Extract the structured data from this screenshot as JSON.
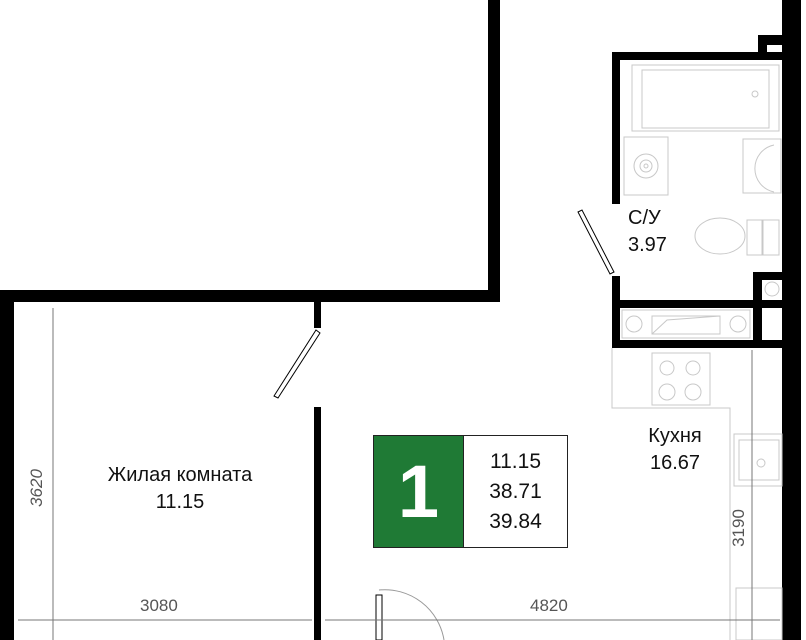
{
  "rooms": {
    "living": {
      "name": "Жилая комната",
      "area": "11.15"
    },
    "bathroom": {
      "name": "С/У",
      "area": "3.97"
    },
    "kitchen": {
      "name": "Кухня",
      "area": "16.67"
    }
  },
  "dimensions": {
    "living_height": "3620",
    "living_width": "3080",
    "hall_width": "4820",
    "kitchen_height": "3190"
  },
  "badge": {
    "rooms_count": "1",
    "living_area": "11.15",
    "total_area": "38.71",
    "total_area_with_balcony": "39.84"
  },
  "colors": {
    "badge_green": "#1f7a35",
    "wall": "#000000"
  }
}
